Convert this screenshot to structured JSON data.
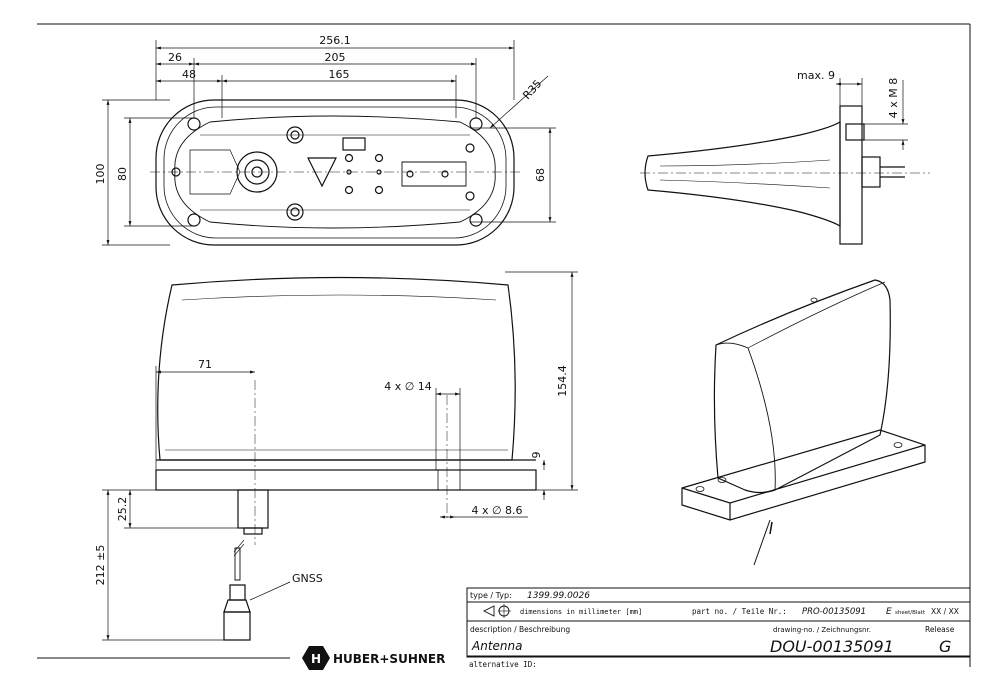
{
  "dimensions": {
    "top": {
      "overall_length": "256.1",
      "left_offset": "26",
      "hole_spacing": "205",
      "offset_48": "48",
      "spacing_165": "165",
      "radius": "R35",
      "height_100": "100",
      "height_80": "80",
      "height_68": "68"
    },
    "side": {
      "max": "max. 9",
      "thread": "4 x M 8"
    },
    "front": {
      "center_offset": "71",
      "hole_dia_14": "4 x ∅ 14",
      "height": "154.4",
      "flange": "9",
      "hole_dia_8_6": "4 x ∅ 8.6",
      "stud": "25.2",
      "cable_length": "212 ±5",
      "cable_label": "GNSS"
    }
  },
  "title_block": {
    "type_label": "type / Typ:",
    "type_value": "1399.99.0026",
    "units_label": "dimensions in millimeter [mm]",
    "part_label": "part no. / Teile Nr.:",
    "part_value": "PRO-00135091",
    "sheet_letter": "E",
    "sheet_label": "sheet/Blatt",
    "sheet_value": "XX / XX",
    "description_label": "description / Beschreibung",
    "description_value": "Antenna",
    "drawing_label": "drawing-no. / Zeichnungsnr.",
    "drawing_value": "DOU-00135091",
    "release_label": "Release",
    "release_value": "G",
    "alt_label": "alternative ID:",
    "logo_text": "HUBER+SUHNER"
  }
}
